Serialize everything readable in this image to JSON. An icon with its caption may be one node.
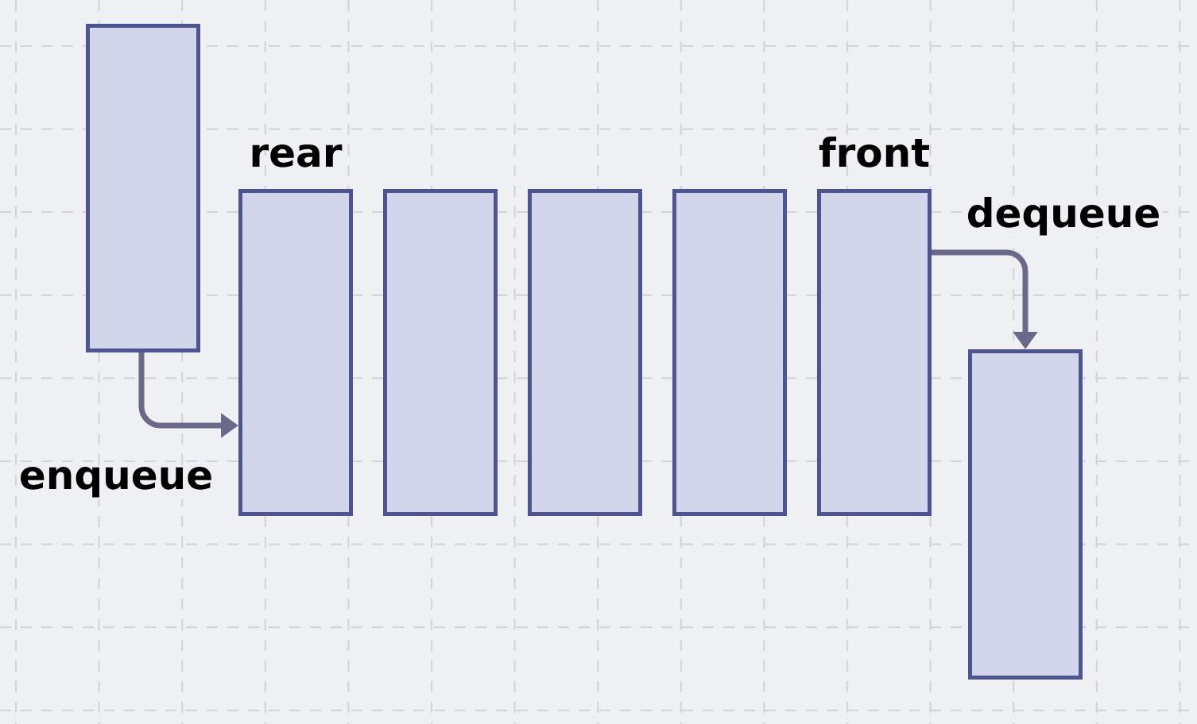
{
  "diagram": {
    "nodes": [
      {
        "text": [],
        "shape": "box"
      },
      {
        "text": [],
        "shape": "box",
        "beside": [
          "rear"
        ]
      },
      {
        "text": [],
        "shape": "box"
      },
      {
        "text": [],
        "shape": "box"
      },
      {
        "text": [],
        "shape": "box"
      },
      {
        "text": [],
        "shape": "box",
        "beside": [
          "front"
        ]
      },
      {
        "text": [],
        "shape": "box"
      }
    ],
    "edges": [
      {
        "from": 0,
        "to": 1,
        "arrow": "to",
        "label": "enqueue"
      },
      {
        "from": 5,
        "to": 6,
        "arrow": "to",
        "label": "dequeue"
      }
    ]
  }
}
